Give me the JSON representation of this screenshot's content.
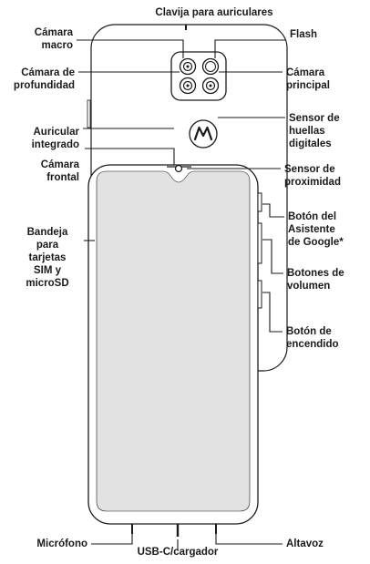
{
  "labels": {
    "headphone_jack": "Clavija para auriculares",
    "macro_camera": "Cámara\nmacro",
    "flash": "Flash",
    "depth_camera": "Cámara de\nprofundidad",
    "main_camera": "Cámara\nprincipal",
    "fingerprint_sensor": "Sensor de\nhuellas\ndigitales",
    "earpiece": "Auricular\nintegrado",
    "front_camera": "Cámara\nfrontal",
    "proximity_sensor": "Sensor de\nproximidad",
    "google_assistant_button": "Botón del\nAsistente\nde Google*",
    "sim_tray": "Bandeja\npara\ntarjetas\nSIM y\nmicroSD",
    "volume_buttons": "Botones de\nvolumen",
    "power_button": "Botón de\nencendido",
    "microphone": "Micrófono",
    "speaker": "Altavoz",
    "usb_c": "USB-C/cargador"
  },
  "logo_icon": "motorola-logo-icon",
  "colors": {
    "screen": "#e2e2e2",
    "outline": "#1a1a1a",
    "bezel": "#ffffff"
  }
}
